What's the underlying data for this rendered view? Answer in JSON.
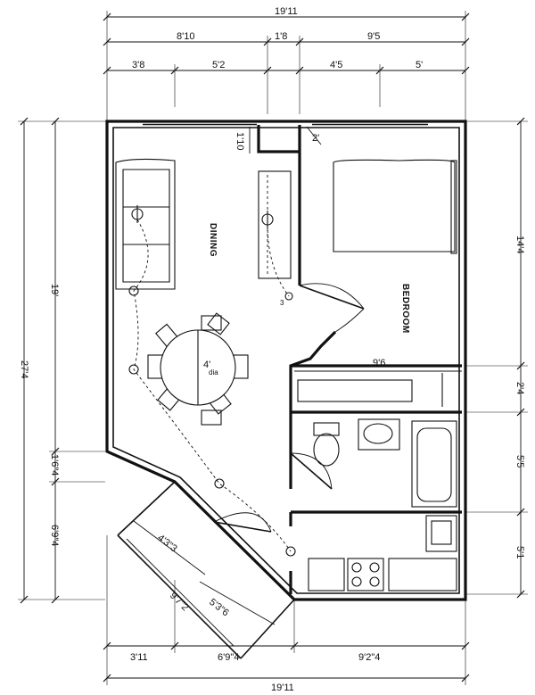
{
  "rooms": {
    "dining": "DINING",
    "bedroom": "BEDROOM"
  },
  "dimensions": {
    "top_overall": "19'11",
    "top_mid_left": "8'10",
    "top_mid_center": "1'8",
    "top_mid_right": "9'5",
    "top_low_1": "3'8",
    "top_low_2": "5'2",
    "top_low_3": "4'5",
    "top_low_4": "5'",
    "bottom_1": "3'11",
    "bottom_2": "6'9\"4",
    "bottom_3": "9'2\"4",
    "bottom_overall": "19'11",
    "left_overall": "27'4",
    "left_upper": "19'",
    "left_mid": "1'6\"4",
    "left_lower": "6'9\"4",
    "right_1": "14'4",
    "right_2": "2'4",
    "right_3": "5'5",
    "right_4": "5'1",
    "interior_1_10": "1'10",
    "interior_2": "2'",
    "interior_9_6": "9'6",
    "diag_4_3": "4'3\"3",
    "diag_9_7": "9'7\"2",
    "diag_5_3": "5'3\"6"
  },
  "symbols": {
    "switch_3": "3",
    "table_note": "4'",
    "table_sub": "dia"
  }
}
